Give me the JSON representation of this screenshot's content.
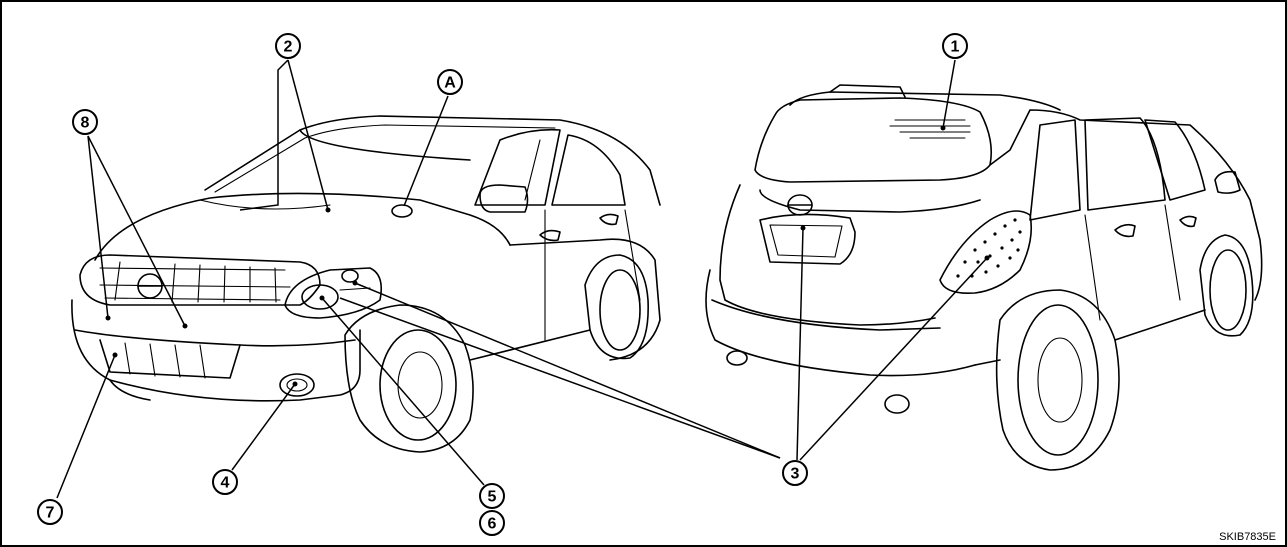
{
  "callouts": {
    "c1": "1",
    "c2": "2",
    "c3": "3",
    "c4": "4",
    "c5": "5",
    "c6": "6",
    "c7": "7",
    "c8": "8",
    "cA": "A"
  },
  "figure_code": "SKIB7835E"
}
